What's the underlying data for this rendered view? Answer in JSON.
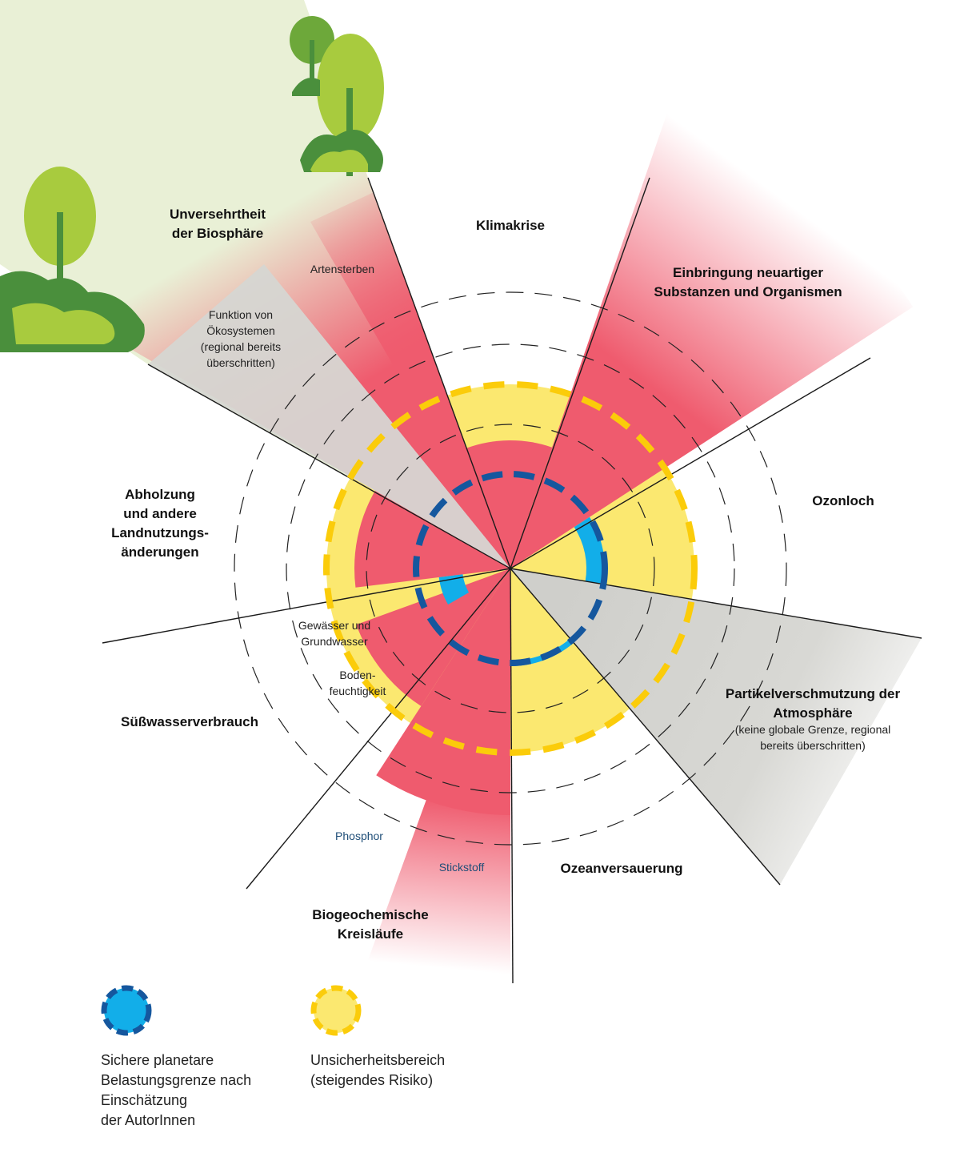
{
  "colors": {
    "red": "#ef5b6e",
    "yellow": "#fbe870",
    "gray": "#d6d6d2",
    "light_green": "#e9f0d6",
    "blue_fill": "#12aee9",
    "blue_dash": "#15579e",
    "yellow_dash": "#fbcc0a",
    "tree_light": "#a8cb3e",
    "tree_dark": "#4a8f3c"
  },
  "categories": {
    "biosphere": [
      "Unversehrtheit",
      "der Biosphäre"
    ],
    "climate": "Klimakrise",
    "novel": [
      "Einbringung neuartiger",
      "Substanzen und Organismen"
    ],
    "ozone": "Ozonloch",
    "aerosol": [
      "Partikelverschmutzung der",
      "Atmosphäre"
    ],
    "aerosol_note": [
      "(keine globale Grenze, regional",
      "bereits überschritten)"
    ],
    "ocean": "Ozeanversauerung",
    "biogeo": [
      "Biogeochemische",
      "Kreisläufe"
    ],
    "freshwater": "Süßwasserverbrauch",
    "land": [
      "Abholzung",
      "und andere",
      "Landnutzungs-",
      "änderungen"
    ]
  },
  "sub_labels": {
    "species": "Artensterben",
    "function": [
      "Funktion von",
      "Ökosystemen",
      "(regional bereits",
      "überschritten)"
    ],
    "water": [
      "Gewässer und",
      "Grundwasser"
    ],
    "soil": [
      "Boden-",
      "feuchtigkeit"
    ],
    "phosphor": "Phosphor",
    "nitrogen": "Stickstoff"
  },
  "legend": {
    "safe": [
      "Sichere planetare",
      "Belastungsgrenze nach",
      "Einschätzung",
      "der AutorInnen"
    ],
    "uncertain": [
      "Unsicherheitsbereich",
      "(steigendes Risiko)"
    ]
  }
}
